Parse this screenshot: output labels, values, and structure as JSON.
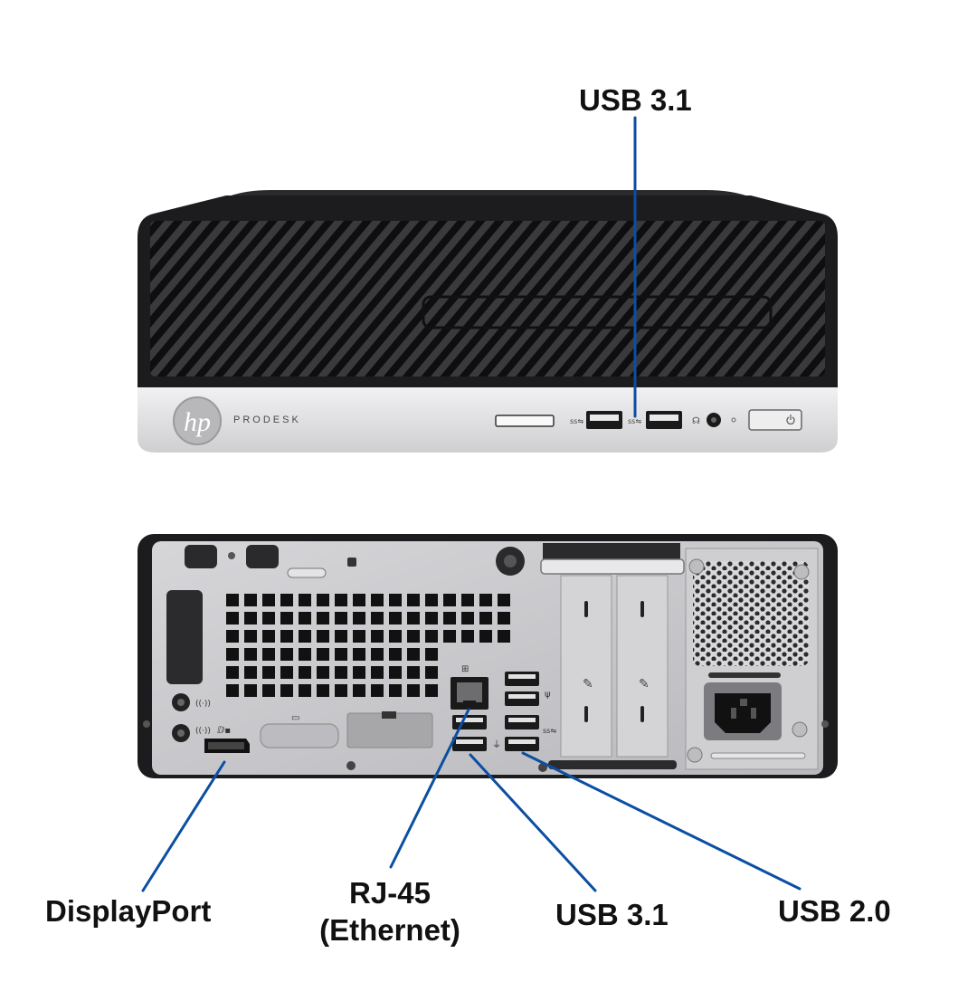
{
  "device": {
    "brand_logo": "hp",
    "model_text": "PRODESK"
  },
  "labels": {
    "front_usb": "USB 3.1",
    "displayport": "DisplayPort",
    "rj45_line1": "RJ-45",
    "rj45_line2": "(Ethernet)",
    "rear_usb31": "USB 3.1",
    "rear_usb20": "USB 2.0"
  },
  "colors": {
    "callout_line": "#0b4ea2",
    "chassis_black": "#1c1c1e",
    "front_silver": "#e6e6e8",
    "rear_panel": "#c9c9cc"
  },
  "icons": [
    "hp-logo-icon",
    "usb-ss-icon",
    "headphone-icon",
    "power-icon",
    "network-icon",
    "usb-icon",
    "displayport-icon",
    "ground-screw-icon"
  ]
}
